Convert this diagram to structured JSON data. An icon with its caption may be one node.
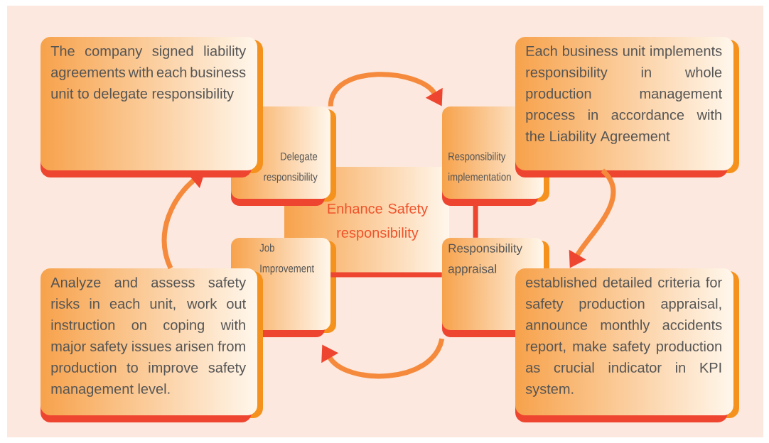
{
  "diagram": {
    "nodes": [
      {
        "text": [
          "Enhance Safety responsibility"
        ]
      },
      {
        "text": [
          "Delegate responsibility"
        ]
      },
      {
        "text": [
          "Responsibility implementation"
        ]
      },
      {
        "text": [
          "Job Improvement"
        ]
      },
      {
        "text": [
          "Responsibility appraisal"
        ]
      },
      {
        "text": [
          "The company signed liability agreements with each business unit to delegate responsibility"
        ]
      },
      {
        "text": [
          "Each business unit implements responsibility in whole production management process in accordance with the Liability Agreement"
        ]
      },
      {
        "text": [
          "Analyze and assess safety risks in each unit, work out instruction on coping with major safety issues arisen from production to improve safety management level."
        ]
      },
      {
        "text": [
          "established detailed criteria for safety production appraisal, announce monthly accidents report, make safety production as crucial indicator in KPI system."
        ]
      }
    ],
    "edges": [
      {
        "from": 1,
        "to": 2,
        "arrow": "to"
      },
      {
        "from": 6,
        "to": 8,
        "arrow": "to"
      },
      {
        "from": 4,
        "to": 3,
        "arrow": "to"
      },
      {
        "from": 7,
        "to": 5,
        "arrow": "to"
      },
      {
        "from": 3,
        "to": 4,
        "arrow": "none",
        "color": "#ee4530"
      },
      {
        "from": 2,
        "to": 4,
        "arrow": "none",
        "color": "#ee4530"
      }
    ]
  }
}
